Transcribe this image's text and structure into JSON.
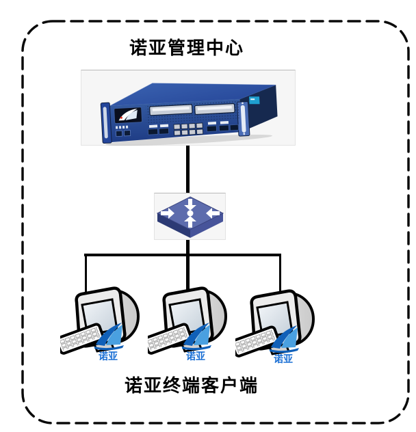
{
  "diagram": {
    "title": "诺亚管理中心",
    "footer_label": "诺亚终端客户端",
    "nodes": {
      "server_icon": "rackmount-security-appliance",
      "switch_icon": "network-switch",
      "client_icon": "desktop-computer"
    },
    "clients": [
      {
        "logo_text": "诺亚"
      },
      {
        "logo_text": "诺亚"
      },
      {
        "logo_text": "诺亚"
      }
    ],
    "colors": {
      "border": "#0a0a0a",
      "connector": "#000000",
      "server_chassis": "#2b4fa0",
      "server_side": "#16294f",
      "switch_top": "#5d6cad",
      "switch_side": "#2c3a74",
      "logo_blue": "#1a6fd4",
      "image_background": "#f6f6f6"
    }
  }
}
